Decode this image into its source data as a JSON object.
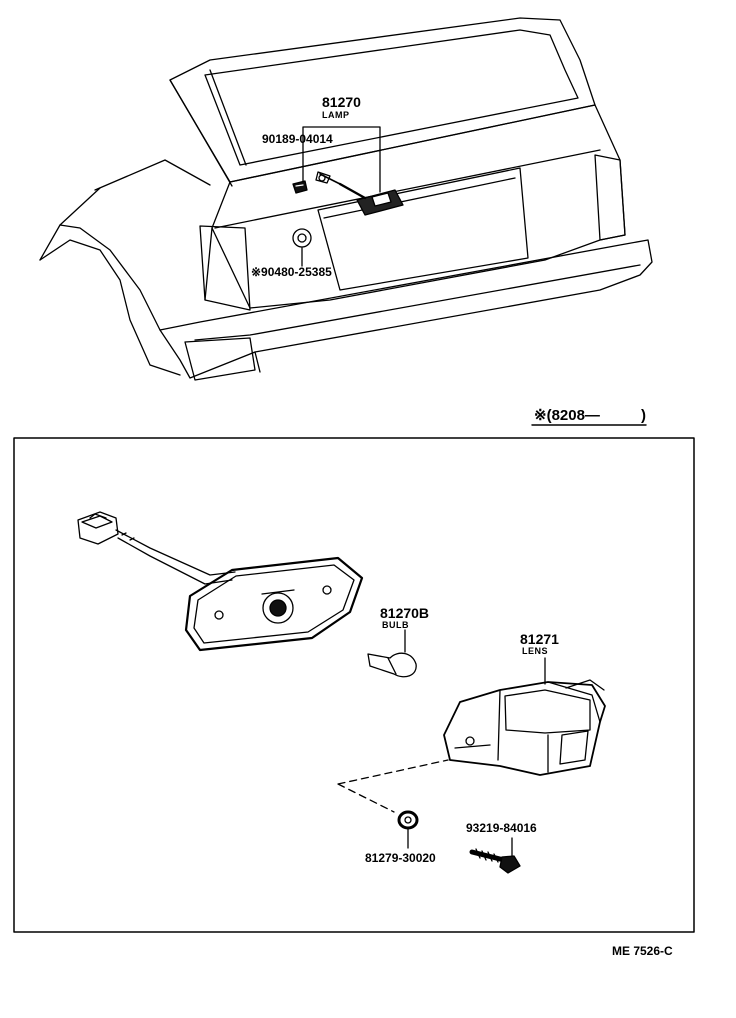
{
  "diagram": {
    "top_view": {
      "lamp_part_number": "81270",
      "lamp_name": "LAMP",
      "screw_part_number": "90189-04014",
      "grommet_part_number": "※90480-25385"
    },
    "range_note": "※(8208—",
    "range_note_close": ")",
    "detail_view": {
      "bulb_part_number": "81270B",
      "bulb_name": "BULB",
      "lens_part_number": "81271",
      "lens_name": "LENS",
      "gasket_part_number": "81279-30020",
      "screw_part_number": "93219-84016"
    },
    "drawing_code": "ME  7526-C"
  }
}
